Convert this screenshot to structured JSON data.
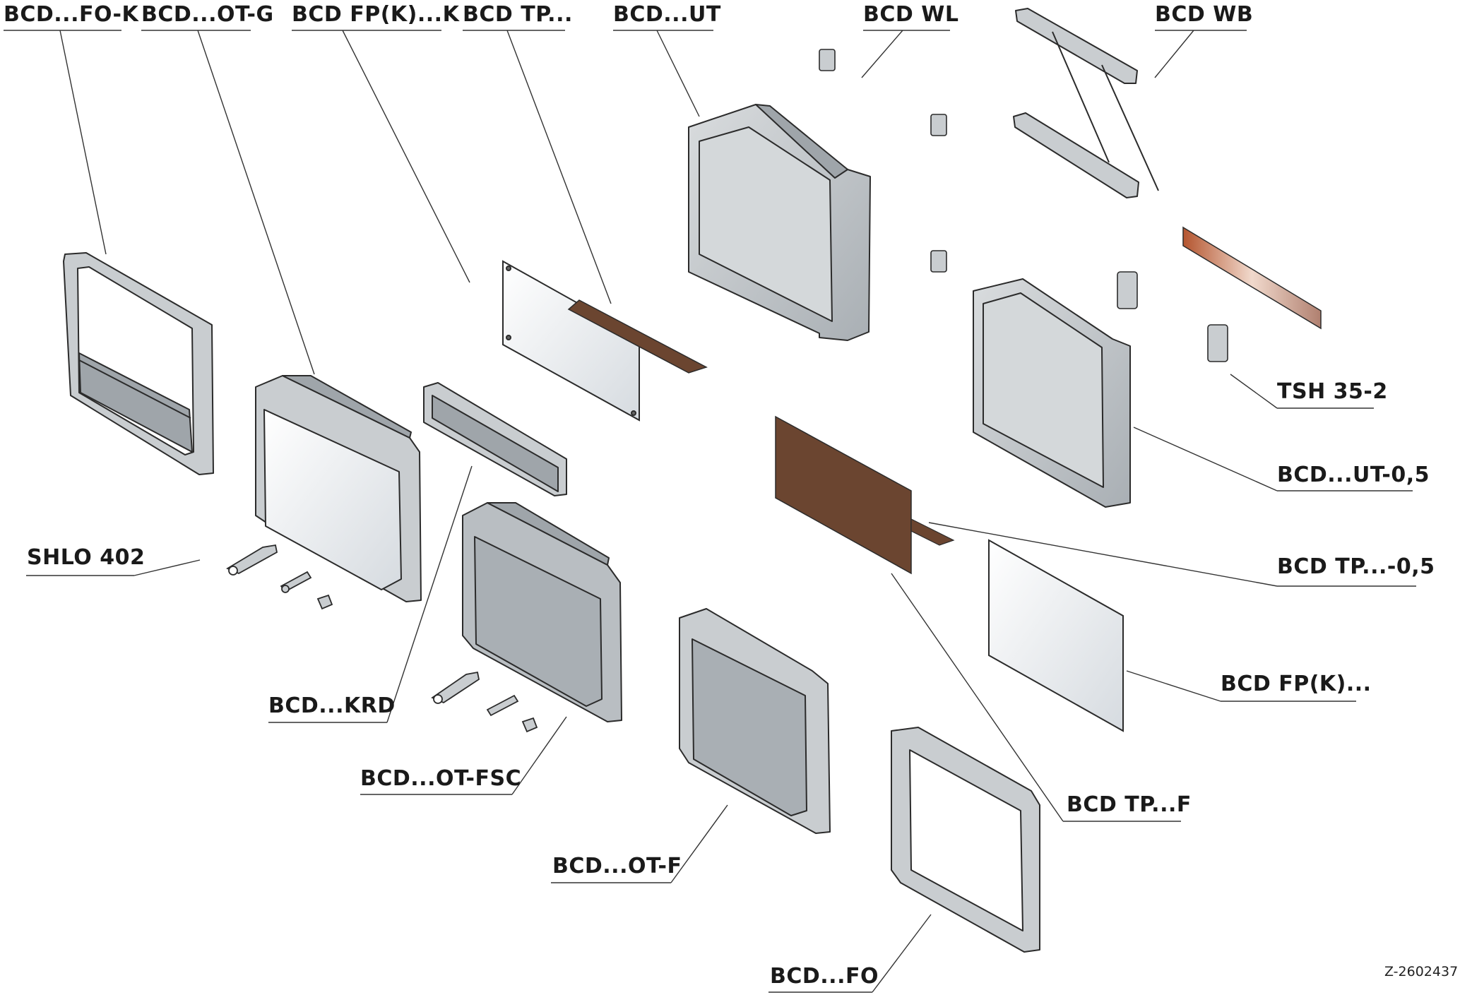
{
  "labels": {
    "fo_k": "BCD...FO-K",
    "ot_g": "BCD...OT-G",
    "fp_k_k": "BCD FP(K)...K",
    "tp": "BCD TP...",
    "ut": "BCD...UT",
    "wl": "BCD WL",
    "wb": "BCD WB",
    "tsh": "TSH 35-2",
    "ut05": "BCD...UT-0,5",
    "tp05": "BCD TP...-0,5",
    "fp_k": "BCD FP(K)...",
    "tp_f": "BCD TP...F",
    "fo": "BCD...FO",
    "ot_f": "BCD...OT-F",
    "ot_fsc": "BCD...OT-FSC",
    "krd": "BCD...KRD",
    "shlo": "SHLO 402"
  },
  "drawing_number": "Z-2602437",
  "colors": {
    "housing": "#c9cdd0",
    "housing_dark": "#9fa5aa",
    "outline": "#2b2b2b",
    "mounting_plate": "#6b4530",
    "glass": "#eef1f4",
    "rail": "#c98a68"
  }
}
